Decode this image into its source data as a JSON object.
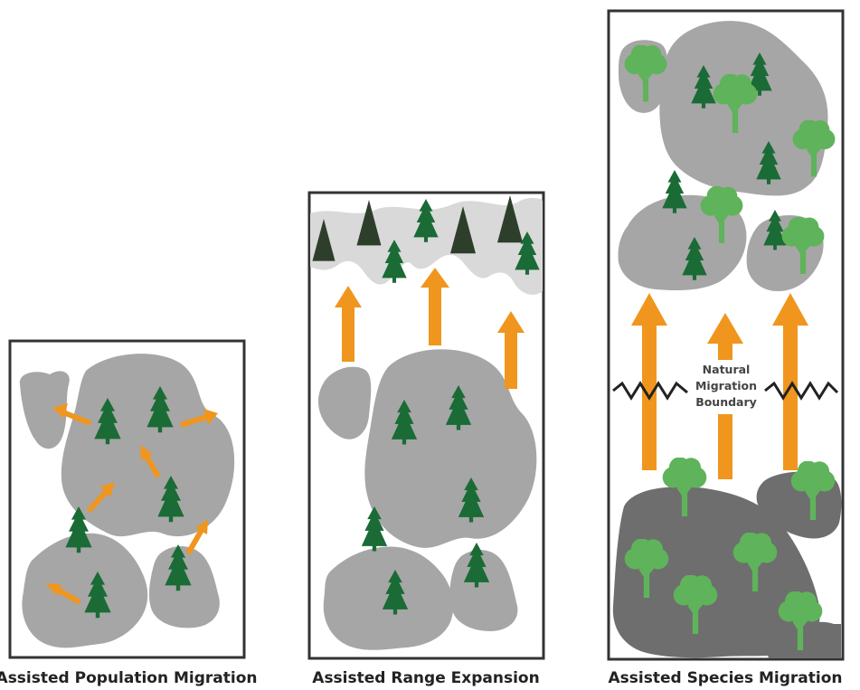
{
  "panels": [
    {
      "title": "Assisted Population Migration"
    },
    {
      "title": "Assisted Range Expansion"
    },
    {
      "title": "Assisted Species Migration"
    }
  ],
  "boundary": {
    "line1": "Natural",
    "line2": "Migration",
    "line3": "Boundary"
  },
  "colors": {
    "frame": "#333333",
    "land_light": "#a6a6a6",
    "land_pale": "#d9d9d9",
    "land_dark": "#6e6e6e",
    "conifer": "#1a6b35",
    "conifer_dark": "#2d3f2b",
    "broadleaf": "#5fb35a",
    "arrow": "#f0961e"
  }
}
